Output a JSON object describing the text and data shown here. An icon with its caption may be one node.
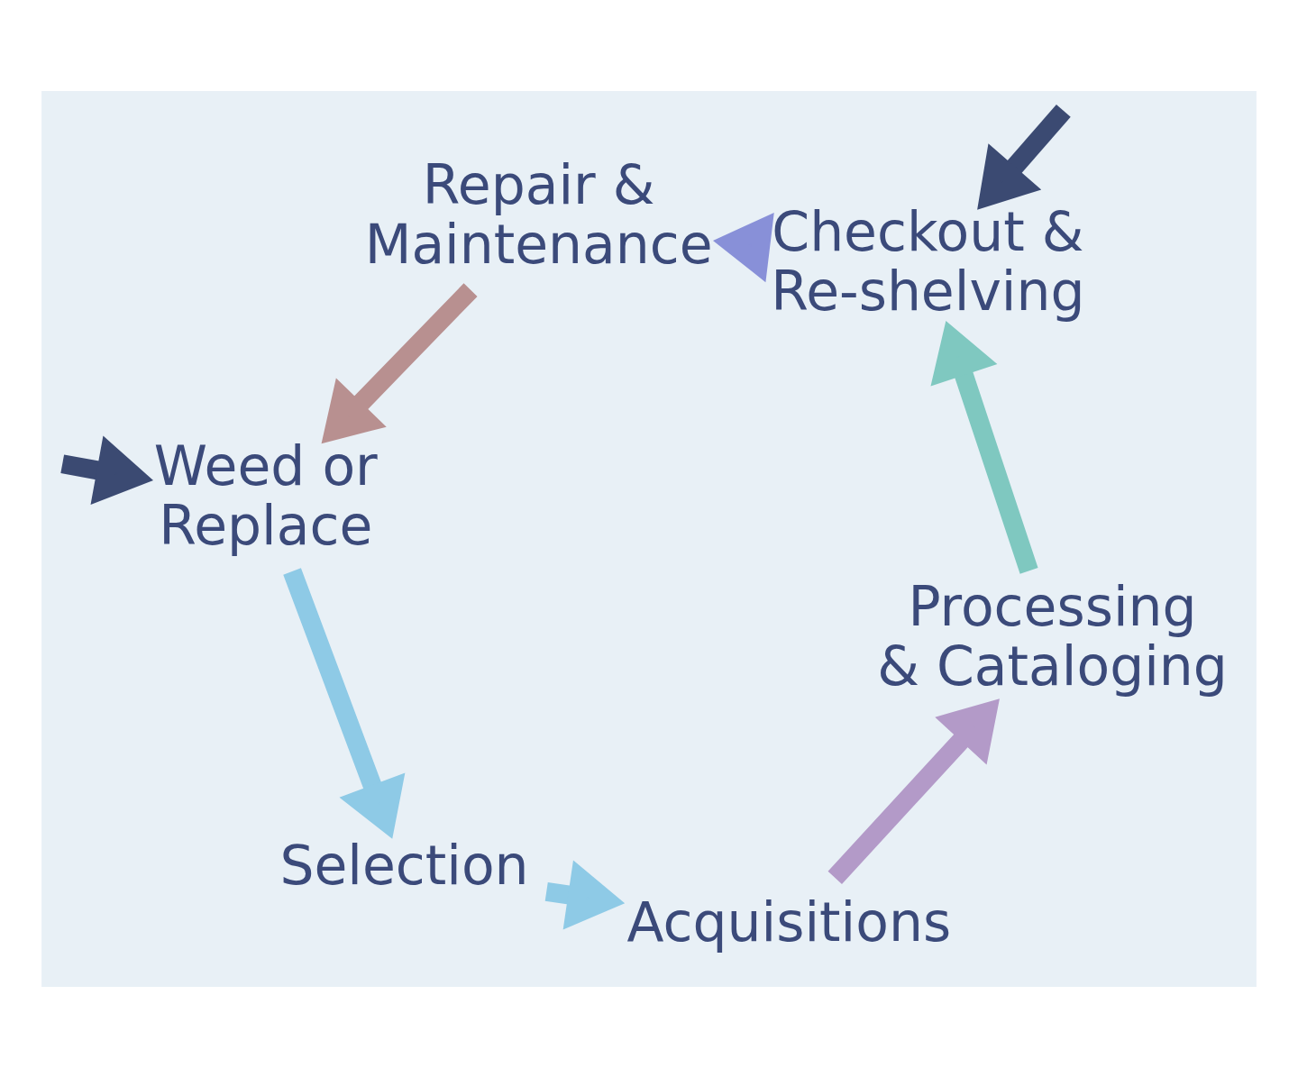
{
  "diagram": {
    "nodes": [
      {
        "text": [
          "Weed or Replace"
        ]
      },
      {
        "text": [
          "Selection"
        ]
      },
      {
        "text": [
          "Acquisitions"
        ]
      },
      {
        "text": [
          "Processing & Cataloging"
        ]
      },
      {
        "text": [
          "Checkout & Re-shelving"
        ]
      },
      {
        "text": [
          "Repair & Maintenance"
        ]
      }
    ],
    "edges": [
      {
        "from": 0,
        "to": 1,
        "arrow": "to",
        "color": "#8ecae6"
      },
      {
        "from": 1,
        "to": 2,
        "arrow": "to",
        "color": "#8ecae6"
      },
      {
        "from": 2,
        "to": 3,
        "arrow": "to",
        "color": "#b39ac8"
      },
      {
        "from": 3,
        "to": 4,
        "arrow": "to",
        "color": "#7fc8c0"
      },
      {
        "from": 4,
        "to": 5,
        "arrow": "to",
        "color": "#8890d8"
      },
      {
        "from": 5,
        "to": 0,
        "arrow": "to",
        "color": "#b89090"
      },
      {
        "from": null,
        "to": 0,
        "arrow": "to",
        "color": "#3b4a72"
      },
      {
        "from": null,
        "to": 4,
        "arrow": "to",
        "color": "#3b4a72"
      }
    ]
  }
}
